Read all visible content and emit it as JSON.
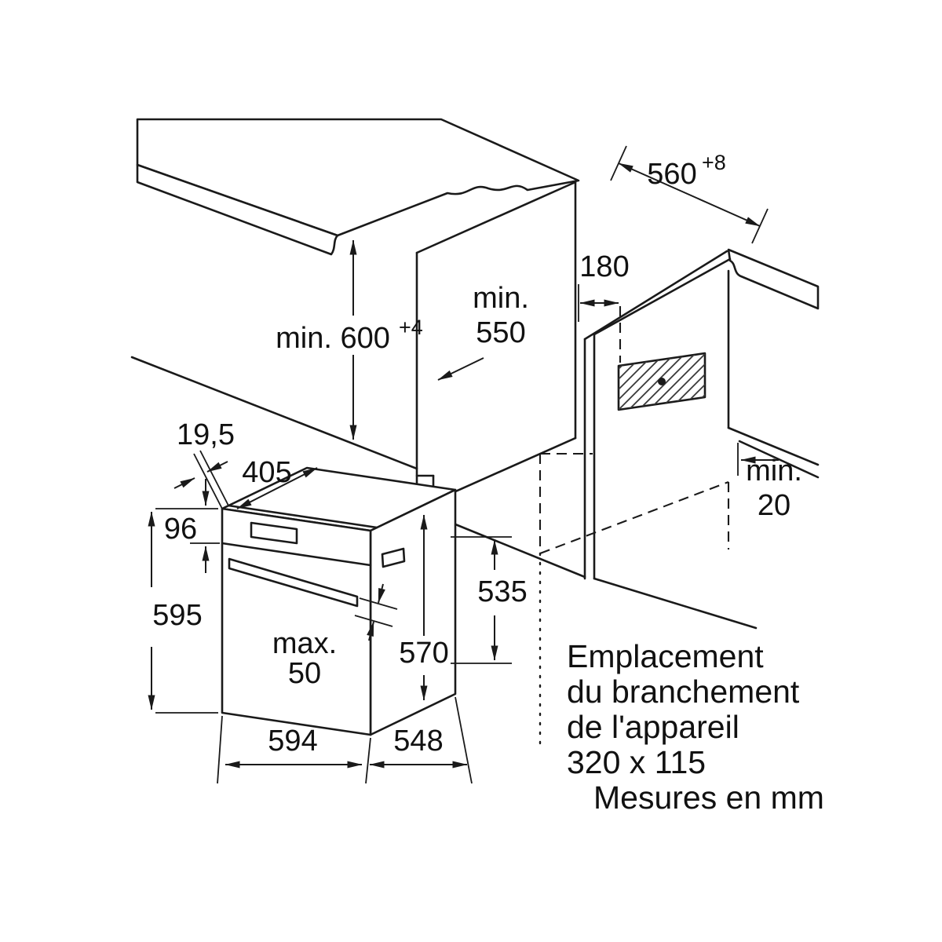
{
  "diagram": {
    "kind": "built-in oven installation drawing",
    "units_note": "Mesures en mm",
    "connection_label": {
      "line1": "Emplacement",
      "line2": "du branchement",
      "line3": "de l'appareil",
      "line4": "320 x 115"
    },
    "niche": {
      "width": "560",
      "width_tol": "+8",
      "height": "min. 600",
      "height_tol": "+4",
      "depth_line1": "min.",
      "depth_line2": "550",
      "connection_offset": "180",
      "rear_gap_line1": "min.",
      "rear_gap_line2": "20"
    },
    "oven": {
      "front_frame": "19,5",
      "top_recess_depth": "405",
      "panel_height": "96",
      "height": "595",
      "handle_line1": "max.",
      "handle_line2": "50",
      "depth_with_door": "570",
      "rear_height": "535",
      "width": "594",
      "depth": "548"
    },
    "colors": {
      "surface": "#e4e4e4",
      "ink": "#1a1a1a"
    }
  }
}
